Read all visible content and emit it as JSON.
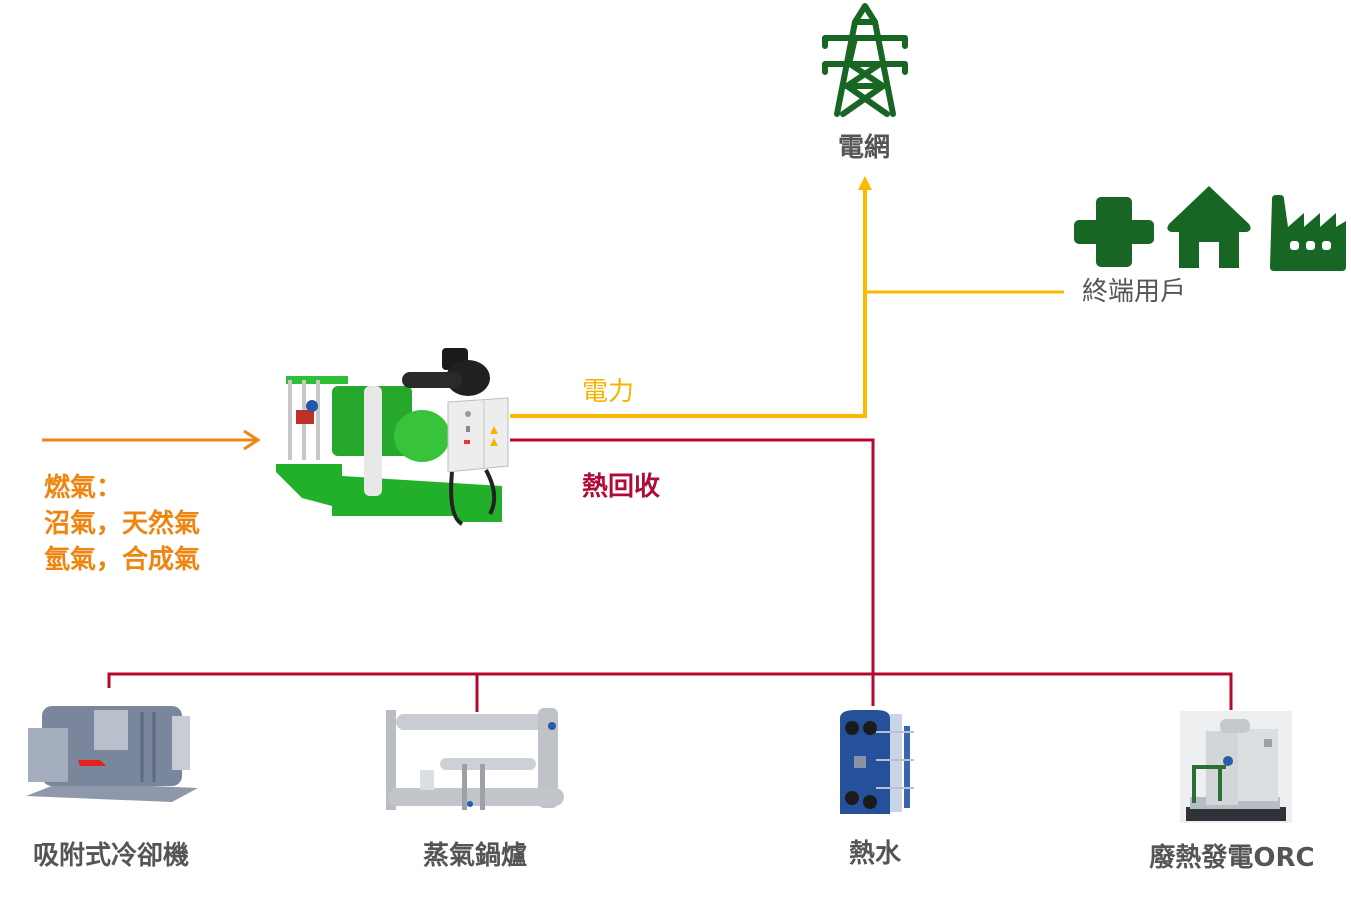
{
  "colors": {
    "icon_green": "#186623",
    "power_line": "#fbb900",
    "power_text": "#f5b400",
    "heat_line": "#b5062d",
    "heat_text": "#b00b36",
    "fuel": "#ef8510",
    "label_gray": "#555555"
  },
  "grid": {
    "label": "電網",
    "icon": "power-tower-icon"
  },
  "end_users": {
    "label": "終端用戶",
    "icons": [
      "medical-cross-icon",
      "house-icon",
      "factory-icon"
    ]
  },
  "power": {
    "label": "電力"
  },
  "heat_recovery": {
    "label": "熱回收"
  },
  "fuel": {
    "lines": [
      "燃氣：",
      "沼氣，天然氣",
      "氫氣，合成氣"
    ]
  },
  "generator": {
    "name": "gas-engine-generator-image"
  },
  "heat_users": [
    {
      "label": "吸附式冷卻機",
      "image": "absorption-chiller-image"
    },
    {
      "label": "蒸氣鍋爐",
      "image": "steam-boiler-image"
    },
    {
      "label": "熱水",
      "image": "plate-heat-exchanger-image"
    },
    {
      "label": "廢熱發電ORC",
      "image": "orc-unit-image"
    }
  ]
}
